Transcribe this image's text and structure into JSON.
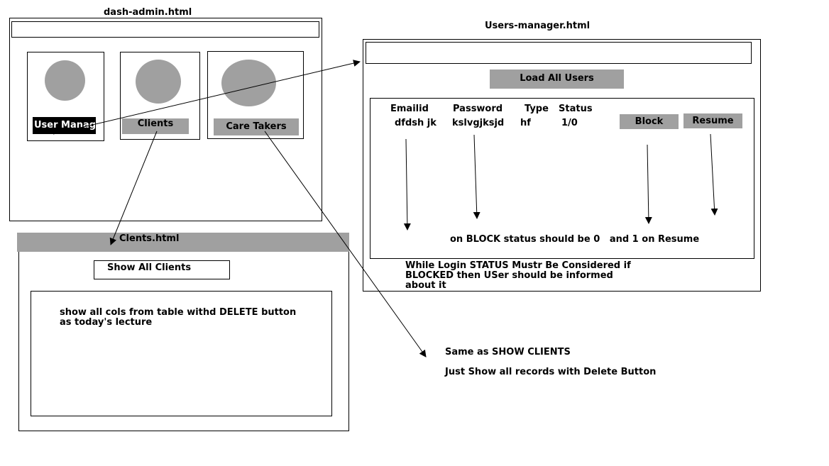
{
  "dash_admin": {
    "title": "dash-admin.html",
    "cards": [
      {
        "label": "User Manage"
      },
      {
        "label": "Clients"
      },
      {
        "label": "Care Takers"
      }
    ]
  },
  "users_manager": {
    "title": "Users-manager.html",
    "load_button": "Load All Users",
    "columns": [
      "Emailid",
      "Password",
      "Type",
      "Status"
    ],
    "row": [
      "dfdsh jk",
      "kslvgjksjd",
      "hf",
      "1/0"
    ],
    "block_button": "Block",
    "resume_button": "Resume",
    "status_note": "on BLOCK status should be 0   and 1 on Resume",
    "login_note": [
      "While Login STATUS Mustr Be Considered if",
      "BLOCKED then USer should be informed",
      "about it"
    ]
  },
  "clients_page": {
    "title": "Clents.html",
    "show_button": "Show All Clients",
    "note": [
      "show all cols from table withd DELETE button",
      "as today's lecture"
    ]
  },
  "caretakers_note": {
    "line1": "Same as SHOW CLIENTS",
    "line2": "Just Show all records with Delete Button"
  }
}
